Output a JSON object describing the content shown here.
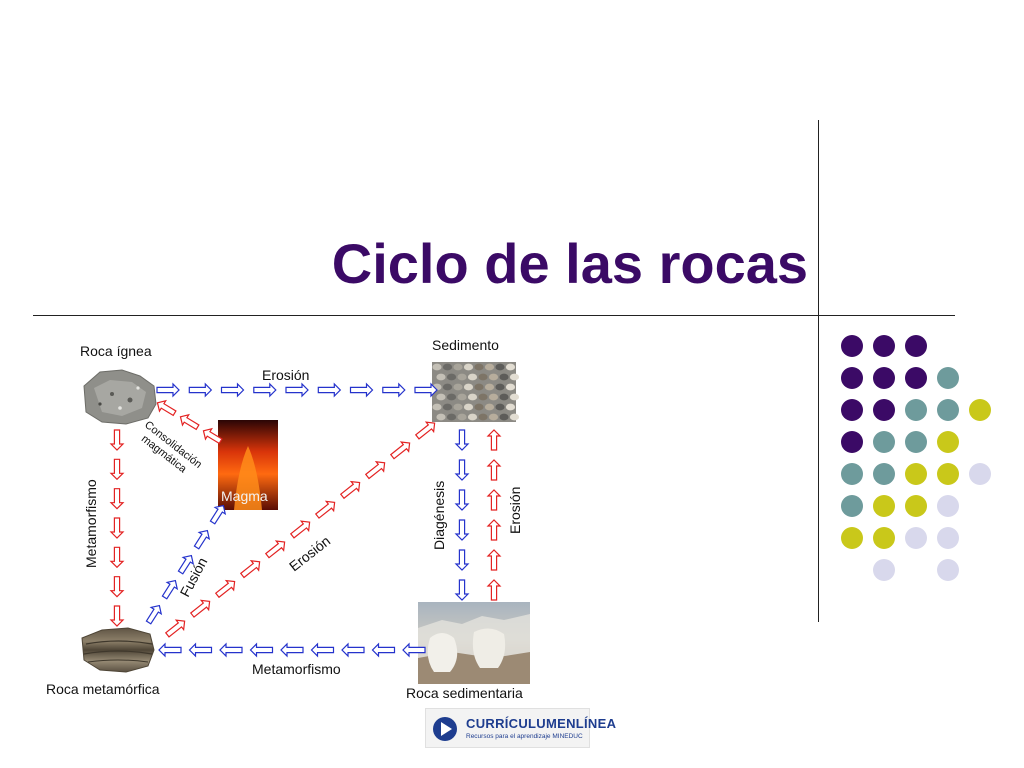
{
  "slide": {
    "title": "Ciclo de las rocas"
  },
  "diagram": {
    "nodes": {
      "igneous": "Roca ígnea",
      "sediment": "Sedimento",
      "metamorphic": "Roca metamórfica",
      "sedimentary": "Roca sedimentaria",
      "magma": "Magma"
    },
    "processes": {
      "erosion_top": "Erosión",
      "erosion_diag": "Erosión",
      "erosion_right": "Erosión",
      "consolidation": "Consolidación magmática",
      "metamorphism_left": "Metamorfismo",
      "metamorphism_bottom": "Metamorfismo",
      "fusion": "Fusión",
      "diagenesis": "Diagénesis"
    }
  },
  "logo": {
    "name": "CURRÍCULUMENLÍNEA",
    "tagline": "Recursos para el aprendizaje MINEDUC"
  },
  "colors": {
    "title": "#3b0a66",
    "purple": "#3b0a66",
    "teal": "#6e9b9c",
    "olive": "#c9c81a",
    "lavender": "#d8d8ec",
    "arrow_red": "#e32222",
    "arrow_blue": "#2533cc",
    "logo_blue": "#1e3d8f"
  },
  "dot_grid": [
    [
      "purple",
      "purple",
      "purple",
      "",
      ""
    ],
    [
      "purple",
      "purple",
      "purple",
      "teal",
      ""
    ],
    [
      "purple",
      "purple",
      "teal",
      "teal",
      "olive"
    ],
    [
      "purple",
      "teal",
      "teal",
      "olive",
      ""
    ],
    [
      "teal",
      "teal",
      "olive",
      "olive",
      "lavender"
    ],
    [
      "teal",
      "olive",
      "olive",
      "lavender",
      ""
    ],
    [
      "olive",
      "olive",
      "lavender",
      "lavender",
      ""
    ],
    [
      "",
      "lavender",
      "",
      "lavender",
      ""
    ]
  ]
}
